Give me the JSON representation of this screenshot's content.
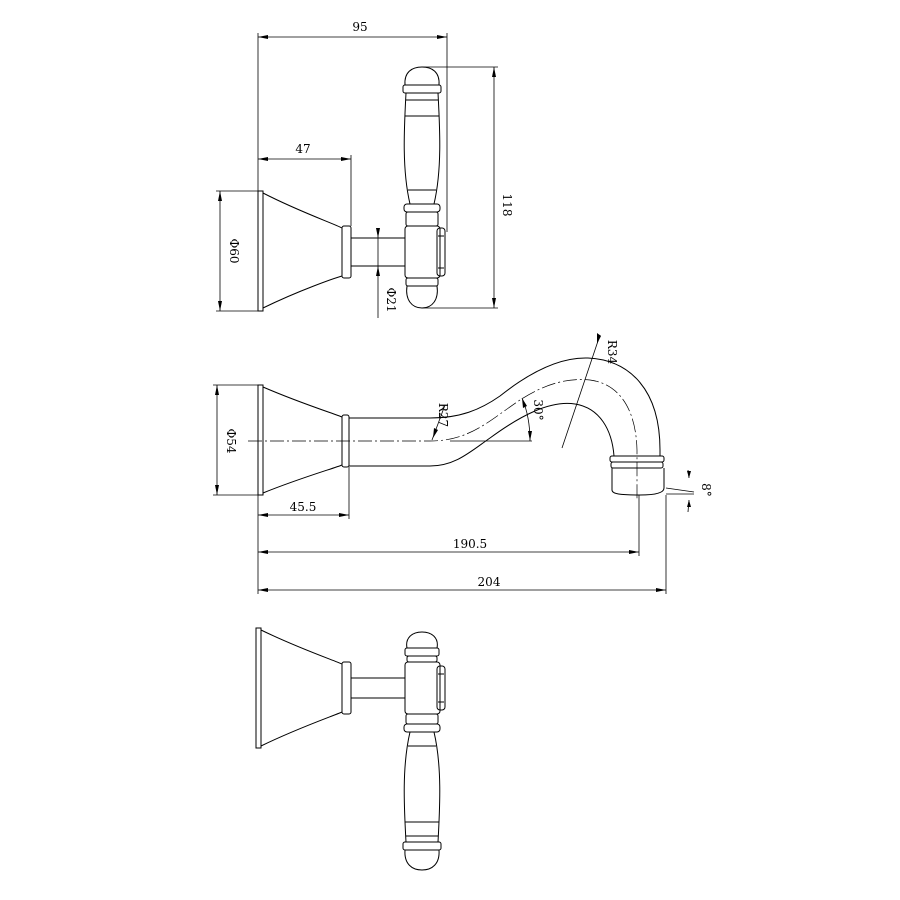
{
  "drawing": {
    "top_view": {
      "dim_width": "95",
      "dim_flange": "47",
      "dim_height": "118",
      "dim_flange_diameter": "Φ60",
      "dim_stem_diameter": "Φ21"
    },
    "side_view": {
      "dim_radius_outer": "R34",
      "dim_radius_inner": "R27",
      "dim_angle_bend": "30°",
      "dim_angle_tip": "8°",
      "dim_flange_diameter": "Φ54",
      "dim_flange": "45.5",
      "dim_reach": "190.5",
      "dim_overall": "204"
    }
  }
}
